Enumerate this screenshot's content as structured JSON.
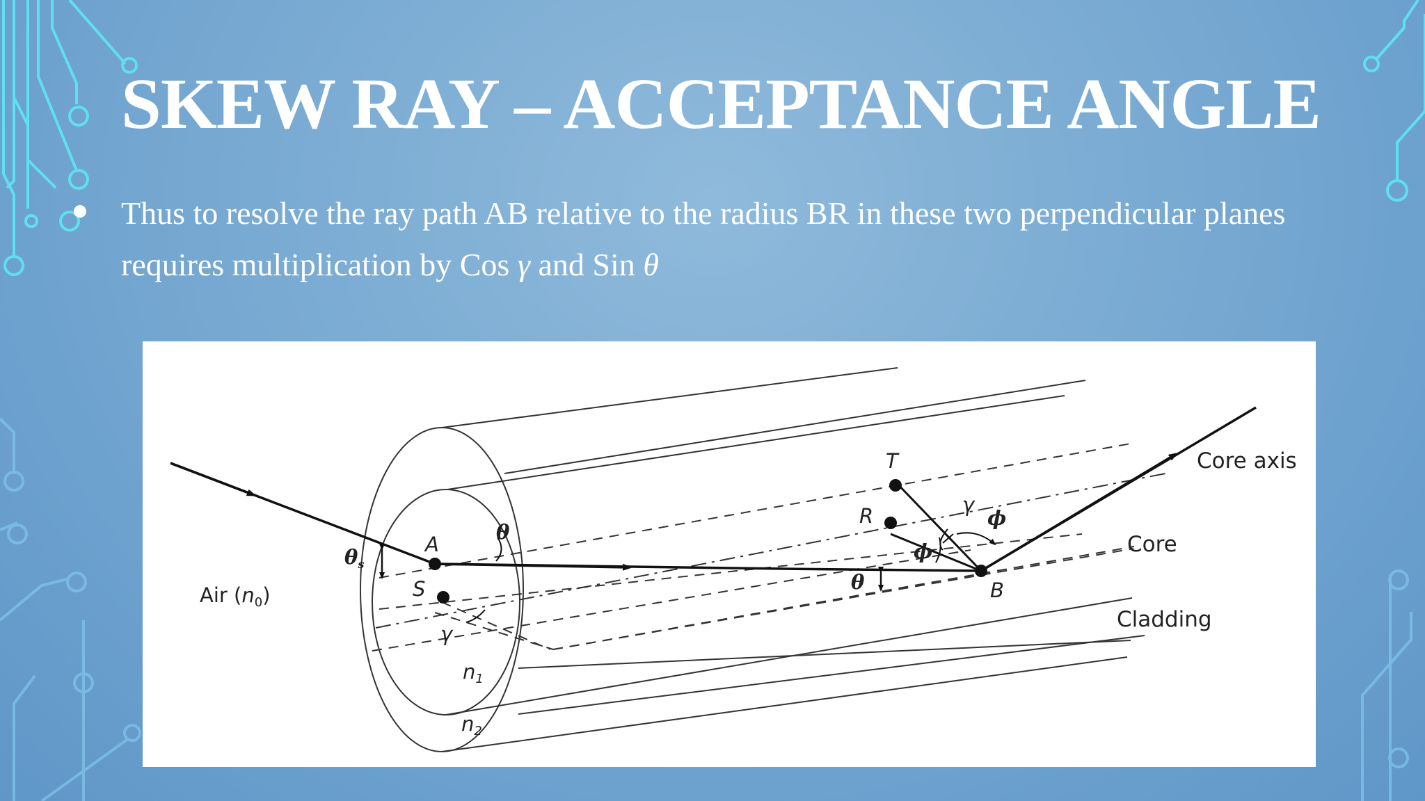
{
  "slide": {
    "title": "SKEW RAY – ACCEPTANCE ANGLE",
    "bullet": {
      "text_before": "Thus to resolve the ray path AB relative to the radius BR in these two perpendicular planes requires multiplication by Cos ",
      "gamma": "γ",
      "text_middle": " and Sin ",
      "theta": "θ"
    }
  },
  "figure": {
    "labels": {
      "core_axis": "Core axis",
      "core": "Core",
      "cladding": "Cladding",
      "air_prefix": "Air (",
      "air_n": "n",
      "air_sub": "0",
      "air_suffix": ")",
      "point_a": "A",
      "point_b": "B",
      "point_s": "S",
      "point_r": "R",
      "point_t": "T",
      "n1": "n",
      "n1_sub": "1",
      "n2": "n",
      "n2_sub": "2",
      "theta_s": "θ",
      "theta_s_sub": "s",
      "theta": "θ",
      "gamma": "γ",
      "phi": "ϕ"
    }
  },
  "colors": {
    "title": "#ffffff",
    "circuit": "#5fe0f0",
    "background": "#79aad2"
  }
}
